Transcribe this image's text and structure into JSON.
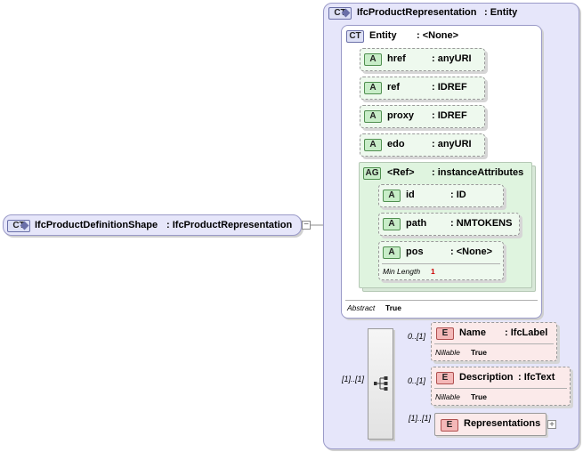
{
  "root": {
    "badge": "CT",
    "name": "IfcProductDefinitionShape",
    "type": ": IfcProductRepresentation"
  },
  "outer": {
    "badge": "CT",
    "name": "IfcProductRepresentation",
    "type": ": Entity"
  },
  "entity": {
    "badge": "CT",
    "name": "Entity",
    "type": ": <None>",
    "abstract_label": "Abstract",
    "abstract_value": "True"
  },
  "attributes": [
    {
      "badge": "A",
      "name": "href",
      "type": ": anyURI"
    },
    {
      "badge": "A",
      "name": "ref",
      "type": ": IDREF"
    },
    {
      "badge": "A",
      "name": "proxy",
      "type": ": IDREF"
    },
    {
      "badge": "A",
      "name": "edo",
      "type": ": anyURI"
    }
  ],
  "attribute_group": {
    "badge": "AG",
    "name": "<Ref>",
    "type": ": instanceAttributes",
    "items": [
      {
        "badge": "A",
        "name": "id",
        "type": ": ID"
      },
      {
        "badge": "A",
        "name": "path",
        "type": ": NMTOKENS"
      },
      {
        "badge": "A",
        "name": "pos",
        "type": ": <None>",
        "facet_label": "Min Length",
        "facet_value": "1"
      }
    ]
  },
  "sequence": {
    "cardinality": "[1]..[1]"
  },
  "elements": [
    {
      "badge": "E",
      "name": "Name",
      "type": ": IfcLabel",
      "cardinality": "0..[1]",
      "nillable_label": "Nillable",
      "nillable_value": "True"
    },
    {
      "badge": "E",
      "name": "Description",
      "type": ": IfcText",
      "cardinality": "0..[1]",
      "nillable_label": "Nillable",
      "nillable_value": "True"
    },
    {
      "badge": "E",
      "name": "Representations",
      "type": "",
      "cardinality": "[1]..[1]"
    }
  ],
  "expanders": {
    "collapse": "−",
    "expand": "+"
  },
  "colors": {
    "complex_type_fill": "#e6e6fa",
    "attribute_fill": "#eef9ee",
    "element_fill": "#fbeaea",
    "facet_value": "#cc0000"
  }
}
